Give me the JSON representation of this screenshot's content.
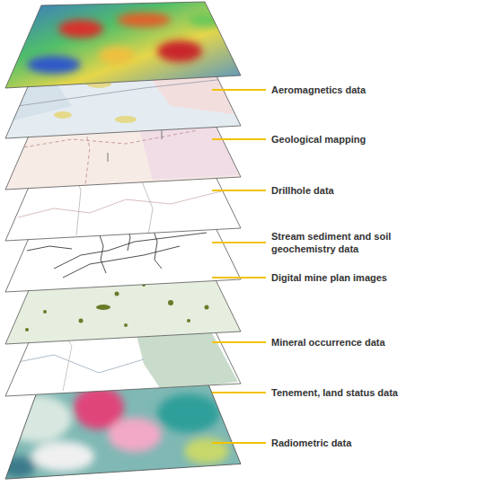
{
  "diagram": {
    "labels": [
      "Aeromagnetics data",
      "Geological mapping",
      "Drillhole data",
      "Stream sediment and soil geochemistry data",
      "Digital mine plan images",
      "Mineral occurrence data",
      "Tenement, land status data",
      "Radiometric data"
    ]
  }
}
